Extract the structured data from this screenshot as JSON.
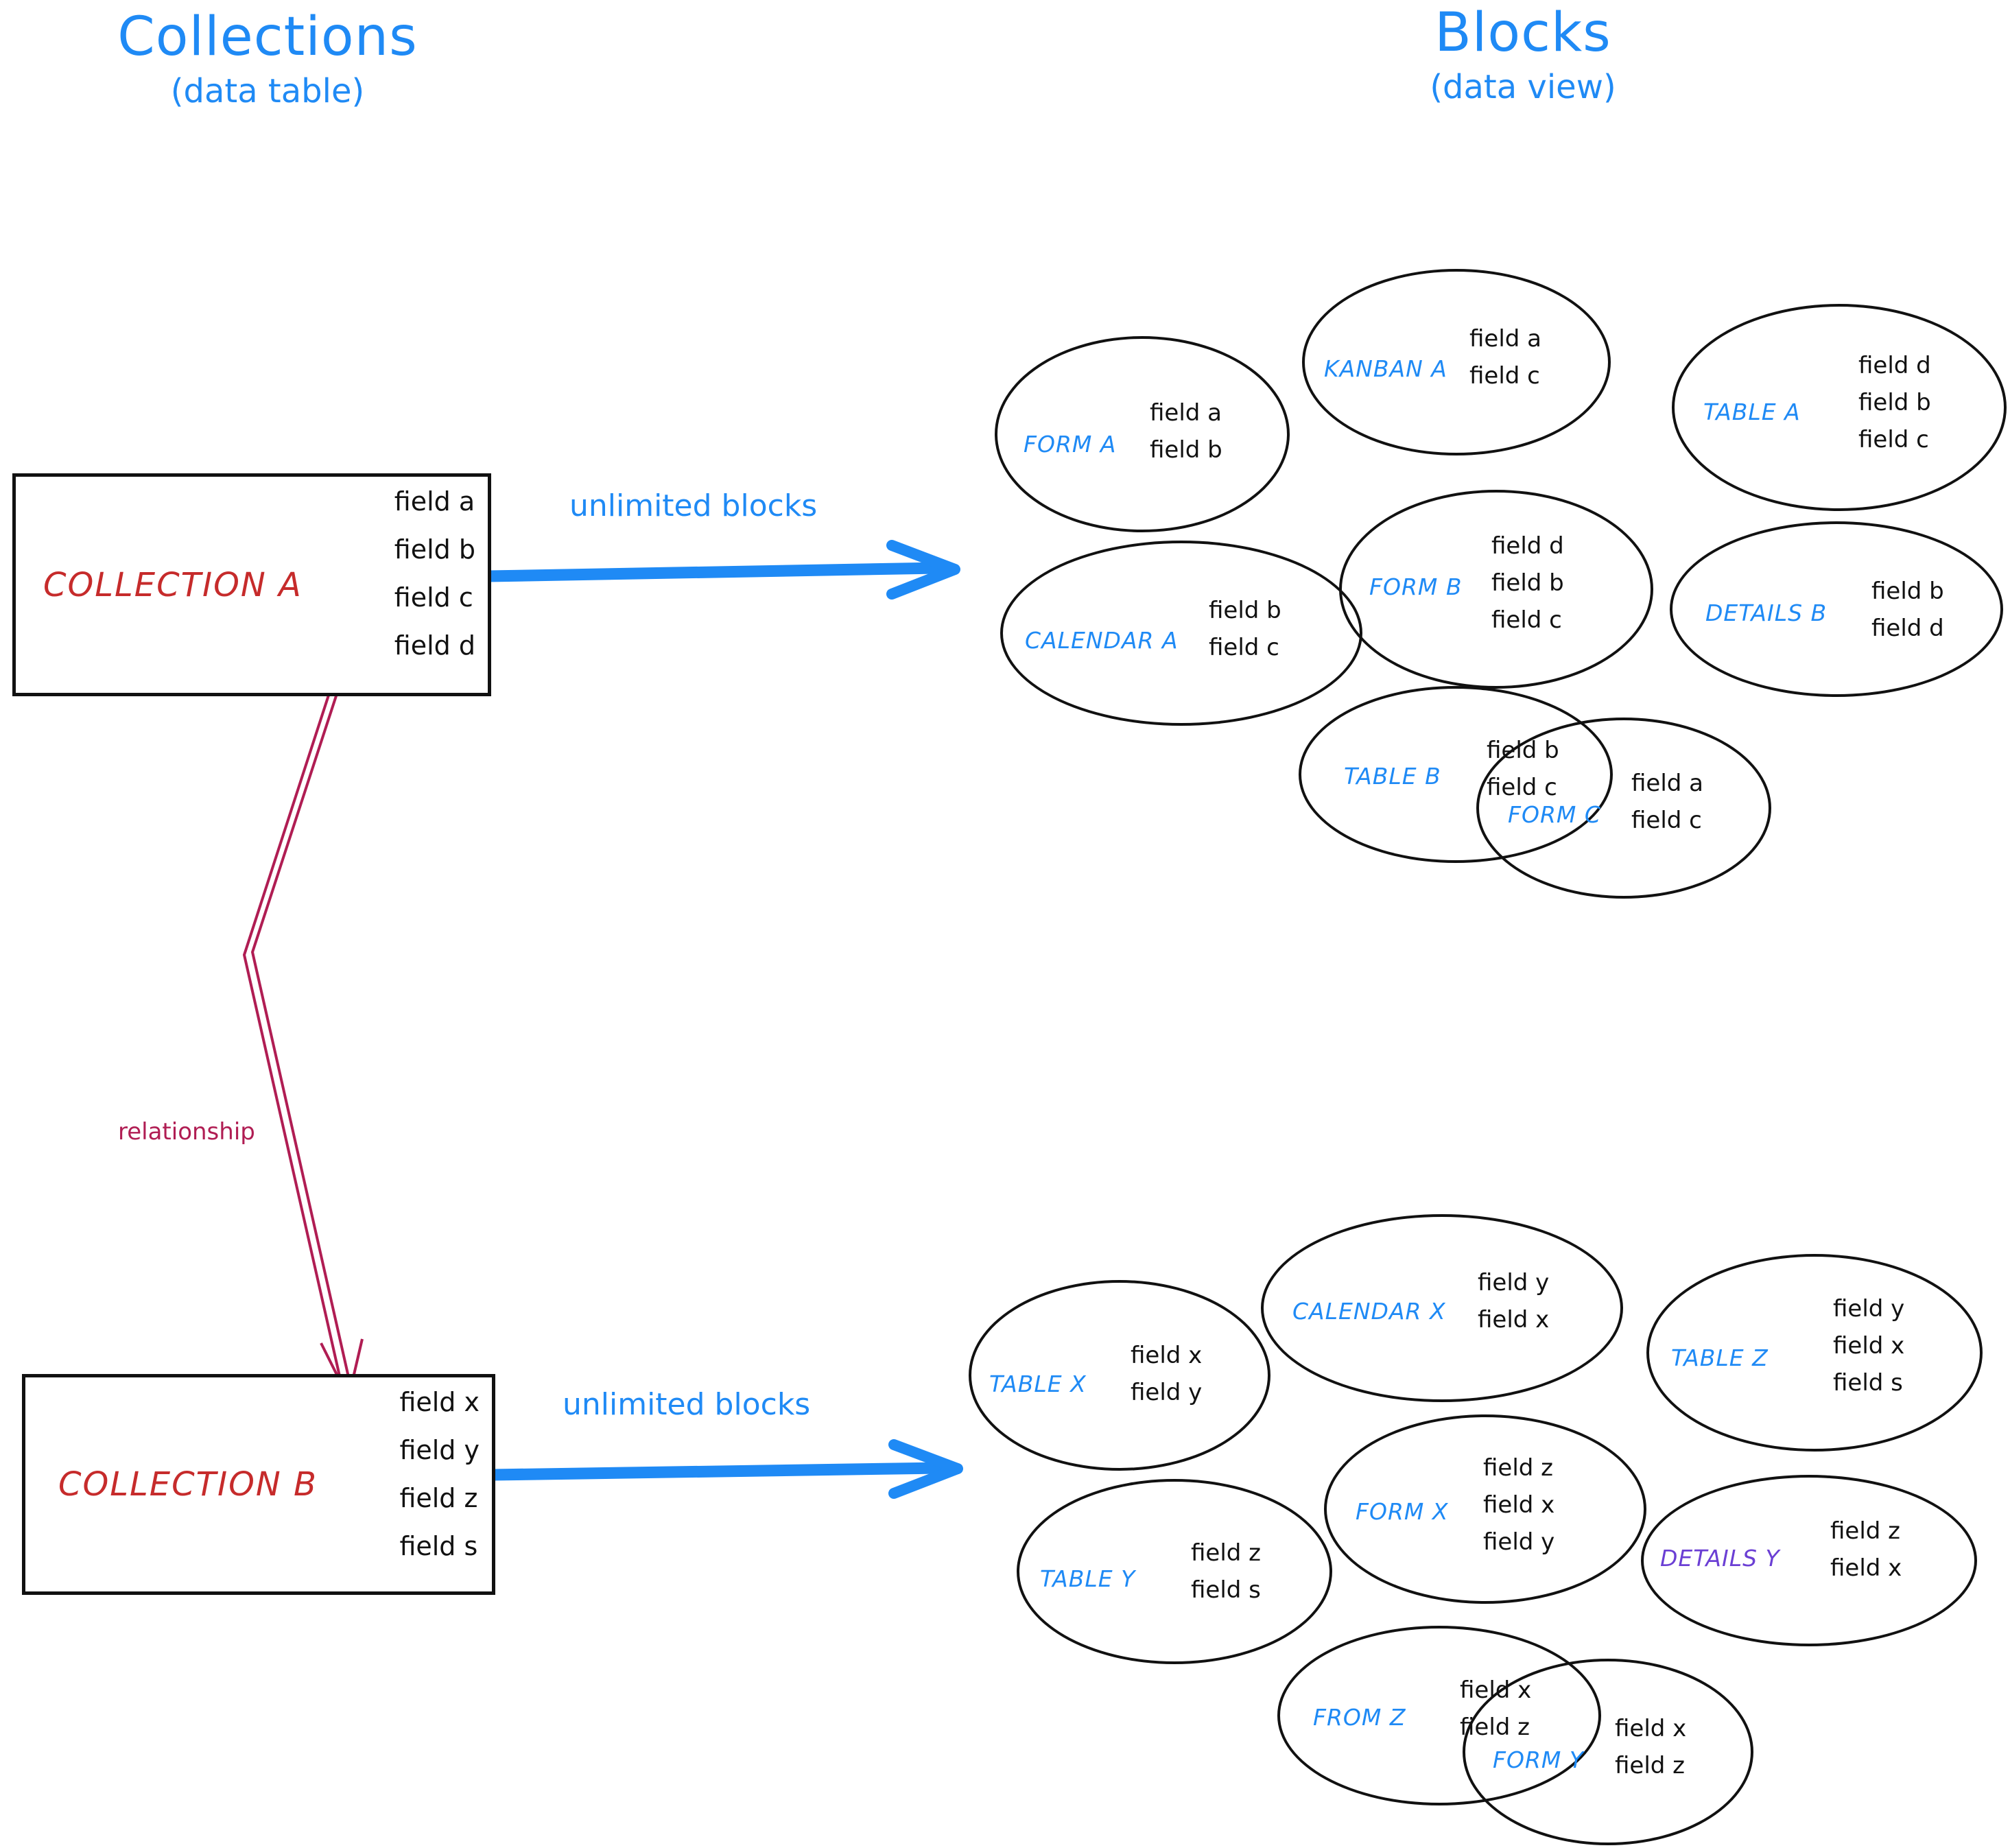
{
  "colors": {
    "accent_blue": "#1f8af5",
    "collection_red": "#c62b2b",
    "relationship_crimson": "#b01d53",
    "details_y_purple": "#6b3fd4",
    "stroke_black": "#111111",
    "background": "#ffffff"
  },
  "headers": {
    "left": {
      "title": "Collections",
      "subtitle": "(data table)"
    },
    "right": {
      "title": "Blocks",
      "subtitle": "(data view)"
    }
  },
  "collections": [
    {
      "id": "collection-a",
      "name": "COLLECTION A",
      "fields": [
        "field a",
        "field b",
        "field c",
        "field d"
      ]
    },
    {
      "id": "collection-b",
      "name": "COLLECTION B",
      "fields": [
        "field x",
        "field y",
        "field z",
        "field s"
      ]
    }
  ],
  "arrows": [
    {
      "id": "arrow-a",
      "label": "unlimited blocks"
    },
    {
      "id": "arrow-b",
      "label": "unlimited blocks"
    }
  ],
  "relationship": {
    "label": "relationship"
  },
  "blocks_top": [
    {
      "id": "form-a",
      "name": "FORM A",
      "fields": [
        "field a",
        "field b"
      ],
      "color": "#1f8af5"
    },
    {
      "id": "kanban-a",
      "name": "KANBAN A",
      "fields": [
        "field a",
        "field c"
      ],
      "color": "#1f8af5"
    },
    {
      "id": "table-a",
      "name": "TABLE A",
      "fields": [
        "field d",
        "field b",
        "field c"
      ],
      "color": "#1f8af5"
    },
    {
      "id": "calendar-a",
      "name": "CALENDAR A",
      "fields": [
        "field b",
        "field c"
      ],
      "color": "#1f8af5"
    },
    {
      "id": "form-b",
      "name": "FORM B",
      "fields": [
        "field d",
        "field b",
        "field c"
      ],
      "color": "#1f8af5"
    },
    {
      "id": "details-b",
      "name": "DETAILS B",
      "fields": [
        "field b",
        "field d"
      ],
      "color": "#1f8af5"
    },
    {
      "id": "table-b",
      "name": "TABLE B",
      "fields": [
        "field b",
        "field c"
      ],
      "color": "#1f8af5"
    },
    {
      "id": "form-c",
      "name": "FORM C",
      "fields": [
        "field a",
        "field c"
      ],
      "color": "#1f8af5"
    }
  ],
  "blocks_bottom": [
    {
      "id": "table-x",
      "name": "TABLE X",
      "fields": [
        "field x",
        "field y"
      ],
      "color": "#1f8af5"
    },
    {
      "id": "calendar-x",
      "name": "CALENDAR X",
      "fields": [
        "field y",
        "field x"
      ],
      "color": "#1f8af5"
    },
    {
      "id": "table-z",
      "name": "TABLE Z",
      "fields": [
        "field y",
        "field x",
        "field s"
      ],
      "color": "#1f8af5"
    },
    {
      "id": "table-y",
      "name": "TABLE Y",
      "fields": [
        "field z",
        "field s"
      ],
      "color": "#1f8af5"
    },
    {
      "id": "form-x",
      "name": "FORM X",
      "fields": [
        "field z",
        "field x",
        "field y"
      ],
      "color": "#1f8af5"
    },
    {
      "id": "details-y",
      "name": "DETAILS Y",
      "fields": [
        "field z",
        "field x"
      ],
      "color": "#6b3fd4"
    },
    {
      "id": "from-z",
      "name": "FROM Z",
      "fields": [
        "field x",
        "field z"
      ],
      "color": "#1f8af5"
    },
    {
      "id": "form-y",
      "name": "FORM Y",
      "fields": [
        "field x",
        "field z"
      ],
      "color": "#1f8af5"
    }
  ]
}
